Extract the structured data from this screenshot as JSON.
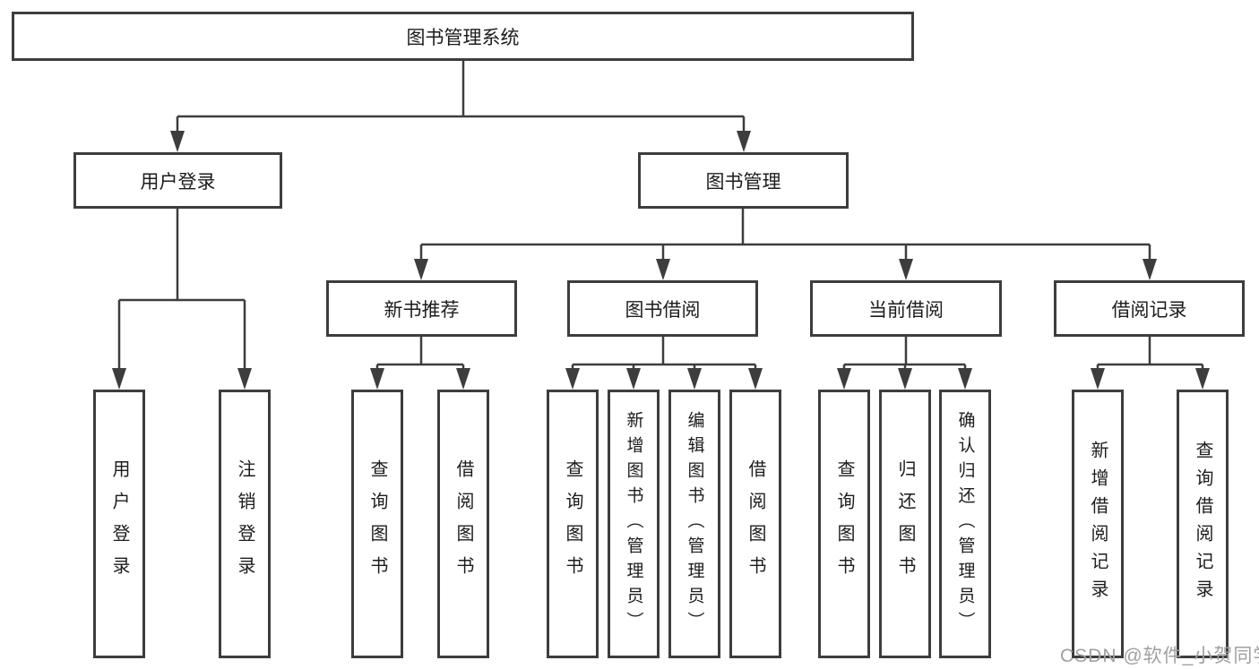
{
  "diagram": {
    "type": "hierarchy-tree",
    "nodes": {
      "root": {
        "label": "图书管理系统"
      },
      "user_login": {
        "label": "用户登录"
      },
      "book_management": {
        "label": "图书管理"
      },
      "new_book_rec": {
        "label": "新书推荐"
      },
      "book_borrow": {
        "label": "图书借阅"
      },
      "current_borrow": {
        "label": "当前借阅"
      },
      "borrow_records": {
        "label": "借阅记录"
      },
      "leaf_user_login": {
        "label": "用户登录"
      },
      "leaf_logout": {
        "label": "注销登录"
      },
      "leaf_nbr_query": {
        "label": "查询图书"
      },
      "leaf_nbr_borrow": {
        "label": "借阅图书"
      },
      "leaf_bb_query": {
        "label": "查询图书"
      },
      "leaf_bb_add": {
        "label": "新增图书（管理员）"
      },
      "leaf_bb_edit": {
        "label": "编辑图书（管理员）"
      },
      "leaf_bb_borrow": {
        "label": "借阅图书"
      },
      "leaf_cb_query": {
        "label": "查询图书"
      },
      "leaf_cb_return": {
        "label": "归还图书"
      },
      "leaf_cb_confirm": {
        "label": "确认归还（管理员）"
      },
      "leaf_br_add": {
        "label": "新增借阅记录"
      },
      "leaf_br_query": {
        "label": "查询借阅记录"
      }
    },
    "edges": [
      {
        "from": "root",
        "to": [
          "user_login",
          "book_management"
        ]
      },
      {
        "from": "user_login",
        "to": [
          "leaf_user_login",
          "leaf_logout"
        ]
      },
      {
        "from": "book_management",
        "to": [
          "new_book_rec",
          "book_borrow",
          "current_borrow",
          "borrow_records"
        ]
      },
      {
        "from": "new_book_rec",
        "to": [
          "leaf_nbr_query",
          "leaf_nbr_borrow"
        ]
      },
      {
        "from": "book_borrow",
        "to": [
          "leaf_bb_query",
          "leaf_bb_add",
          "leaf_bb_edit",
          "leaf_bb_borrow"
        ]
      },
      {
        "from": "current_borrow",
        "to": [
          "leaf_cb_query",
          "leaf_cb_return",
          "leaf_cb_confirm"
        ]
      },
      {
        "from": "borrow_records",
        "to": [
          "leaf_br_add",
          "leaf_br_query"
        ]
      }
    ],
    "colors": {
      "line": "#3d3d3d",
      "box_border": "#3d3d3d",
      "box_fill": "#ffffff",
      "text": "#1c1c1c",
      "background": "#ffffff",
      "watermark": "#a0a0a0"
    }
  },
  "watermark": {
    "text": "CSDN @软件_小贺同学"
  }
}
